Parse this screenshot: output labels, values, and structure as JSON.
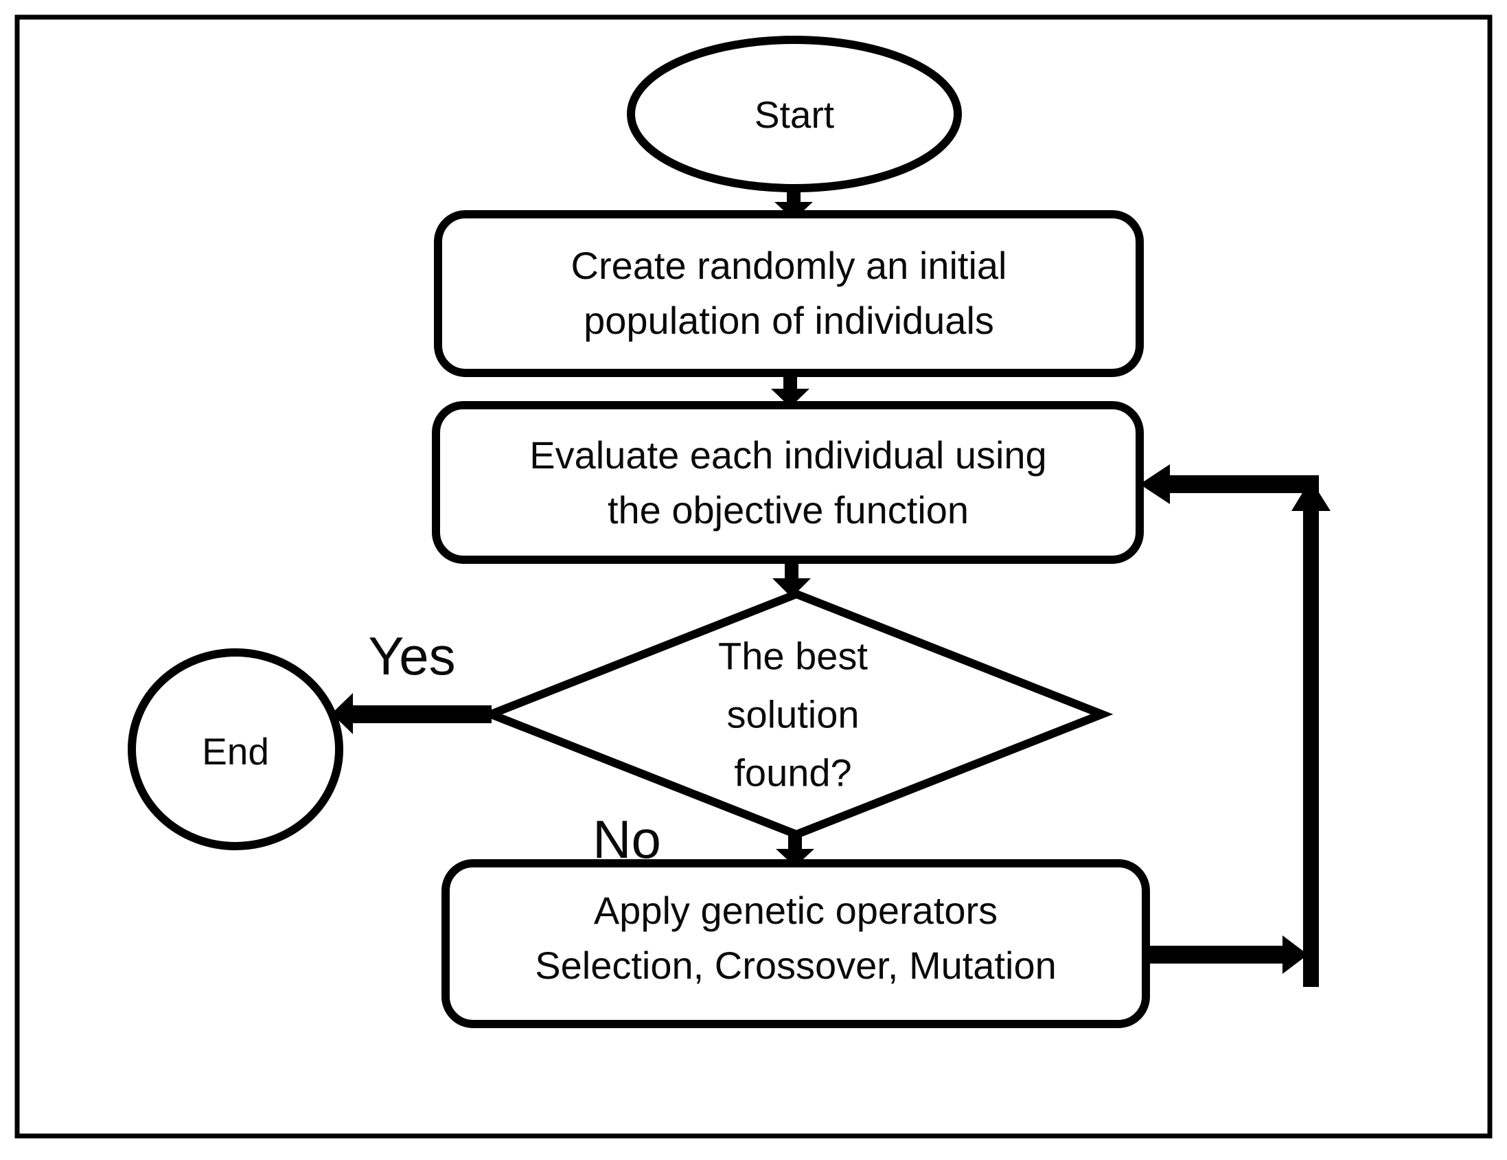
{
  "nodes": {
    "start": {
      "label": "Start",
      "type": "terminator"
    },
    "create_population": {
      "label": "Create randomly an initial\npopulation of individuals",
      "type": "process"
    },
    "evaluate": {
      "label": "Evaluate each individual using\nthe objective function",
      "type": "process"
    },
    "best_solution": {
      "label": "The best\nsolution\nfound?",
      "type": "decision"
    },
    "end": {
      "label": "End",
      "type": "terminator"
    },
    "apply_operators": {
      "label": "Apply genetic operators\nSelection, Crossover, Mutation",
      "type": "process"
    }
  },
  "edge_labels": {
    "yes": "Yes",
    "no": "No"
  },
  "edges": [
    {
      "from": "start",
      "to": "create_population",
      "label": ""
    },
    {
      "from": "create_population",
      "to": "evaluate",
      "label": ""
    },
    {
      "from": "evaluate",
      "to": "best_solution",
      "label": ""
    },
    {
      "from": "best_solution",
      "to": "end",
      "label": "Yes"
    },
    {
      "from": "best_solution",
      "to": "apply_operators",
      "label": "No"
    },
    {
      "from": "apply_operators",
      "to": "evaluate",
      "label": ""
    }
  ],
  "colors": {
    "stroke": "#000000",
    "background": "#ffffff"
  }
}
